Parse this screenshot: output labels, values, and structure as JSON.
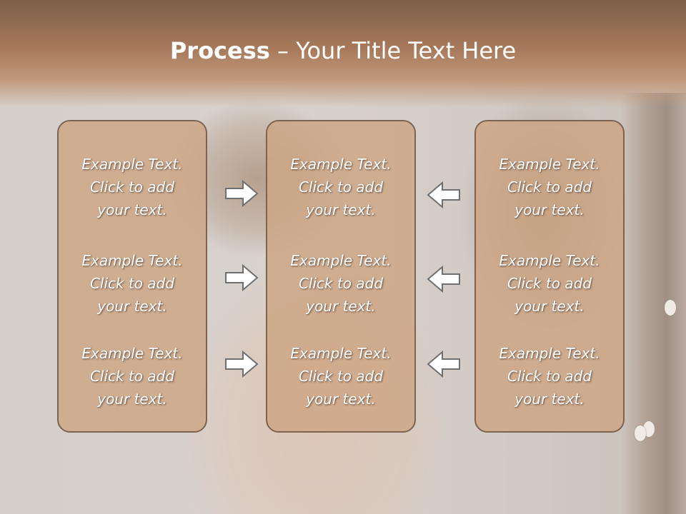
{
  "title": {
    "bold": "Process",
    "dash": " – ",
    "rest": "Your Title Text Here"
  },
  "columns": [
    {
      "items": [
        {
          "line1": "Example Text.",
          "line2": "Click  to add",
          "line3": "your text."
        },
        {
          "line1": "Example Text.",
          "line2": "Click  to add",
          "line3": "your text."
        },
        {
          "line1": "Example Text.",
          "line2": "Click  to add",
          "line3": "your text."
        }
      ]
    },
    {
      "items": [
        {
          "line1": "Example Text.",
          "line2": "Click  to add",
          "line3": "your text."
        },
        {
          "line1": "Example Text.",
          "line2": "Click  to add",
          "line3": "your text."
        },
        {
          "line1": "Example Text.",
          "line2": "Click  to add",
          "line3": "your text."
        }
      ]
    },
    {
      "items": [
        {
          "line1": "Example Text.",
          "line2": "Click  to add",
          "line3": "your text."
        },
        {
          "line1": "Example Text.",
          "line2": "Click  to add",
          "line3": "your text."
        },
        {
          "line1": "Example Text.",
          "line2": "Click  to add",
          "line3": "your text."
        }
      ]
    }
  ],
  "arrows": {
    "left_group": "right-arrow-icon",
    "right_group": "left-arrow-icon"
  },
  "colors": {
    "title_band": "#a7795a",
    "box_fill": "#cda584",
    "box_border": "#7d6452",
    "arrow_fill": "#ffffff",
    "arrow_stroke": "#6f6f6f"
  }
}
